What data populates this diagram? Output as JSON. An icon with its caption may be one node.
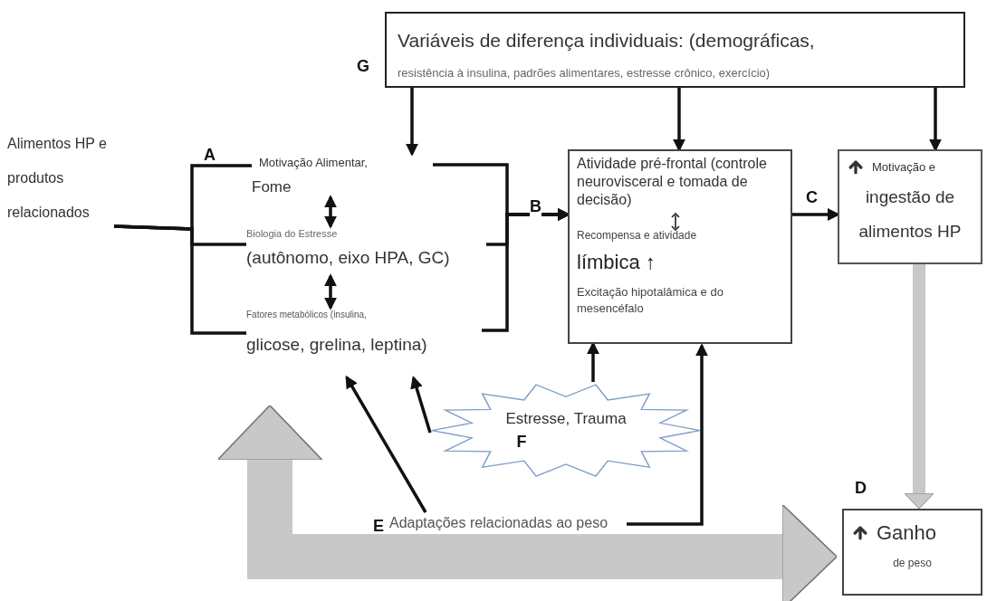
{
  "diagram": {
    "nodes": [
      {
        "text": [
          "Variáveis de diferença individuais: (demográficas,",
          "resistência à insulina, padrões alimentares, estresse crônico, exercício)"
        ],
        "beside": [
          "G"
        ]
      },
      {
        "text": [
          "Alimentos HP e produtos relacionados"
        ]
      },
      {
        "text": [
          "Motivação Alimentar,",
          "Fome"
        ]
      },
      {
        "text": [
          "Biologia do Estresse",
          "(autônomo, eixo HPA, GC)"
        ]
      },
      {
        "text": [
          "Fatores metabólicos (insulina,",
          "glicose, grelina, leptina)"
        ]
      },
      {
        "text": [
          "Atividade pré-frontal (controle neurovisceral e tomada de decisão)",
          "Recompensa e atividade",
          "límbica ↑",
          "Excitação hipotalâmica e do mesencéfalo"
        ]
      },
      {
        "text": [
          "Motivação e",
          "ingestão de alimentos HP"
        ]
      },
      {
        "text": [
          "Estresse, Trauma",
          "F"
        ]
      },
      {
        "text": [
          "Ganho",
          "de peso"
        ],
        "beside": [
          "D"
        ]
      },
      {
        "text": [
          "Adaptações relacionadas ao peso"
        ],
        "beside": [
          "E"
        ]
      }
    ],
    "edges": [
      {
        "from": 1,
        "to": 2,
        "arrow": "none"
      },
      {
        "from": 1,
        "to": 3,
        "arrow": "none"
      },
      {
        "from": 1,
        "to": 4,
        "arrow": "none"
      },
      {
        "from": 2,
        "to": 5,
        "arrow": "to"
      },
      {
        "from": 3,
        "to": 5,
        "arrow": "to",
        "label": "B"
      },
      {
        "from": 4,
        "to": 5,
        "arrow": "to"
      },
      {
        "from": 2,
        "to": 3,
        "arrow": "both"
      },
      {
        "from": 3,
        "to": 4,
        "arrow": "both"
      },
      {
        "from": 0,
        "to": 2,
        "arrow": "to"
      },
      {
        "from": 0,
        "to": 5,
        "arrow": "to"
      },
      {
        "from": 0,
        "to": 6,
        "arrow": "to"
      },
      {
        "from": 5,
        "to": 6,
        "arrow": "to",
        "label": "C"
      },
      {
        "from": 6,
        "to": 8,
        "arrow": "to",
        "style": "thick",
        "color": "#c8c8c8"
      },
      {
        "from": 4,
        "to": 8,
        "arrow": "both",
        "style": "thick",
        "color": "#c8c8c8"
      },
      {
        "from": 7,
        "to": 4,
        "arrow": "to"
      },
      {
        "from": 7,
        "to": 5,
        "arrow": "to"
      },
      {
        "from": 9,
        "to": 4,
        "arrow": "to"
      },
      {
        "from": 9,
        "to": 5,
        "arrow": "to"
      }
    ],
    "labels": [
      "A"
    ]
  }
}
